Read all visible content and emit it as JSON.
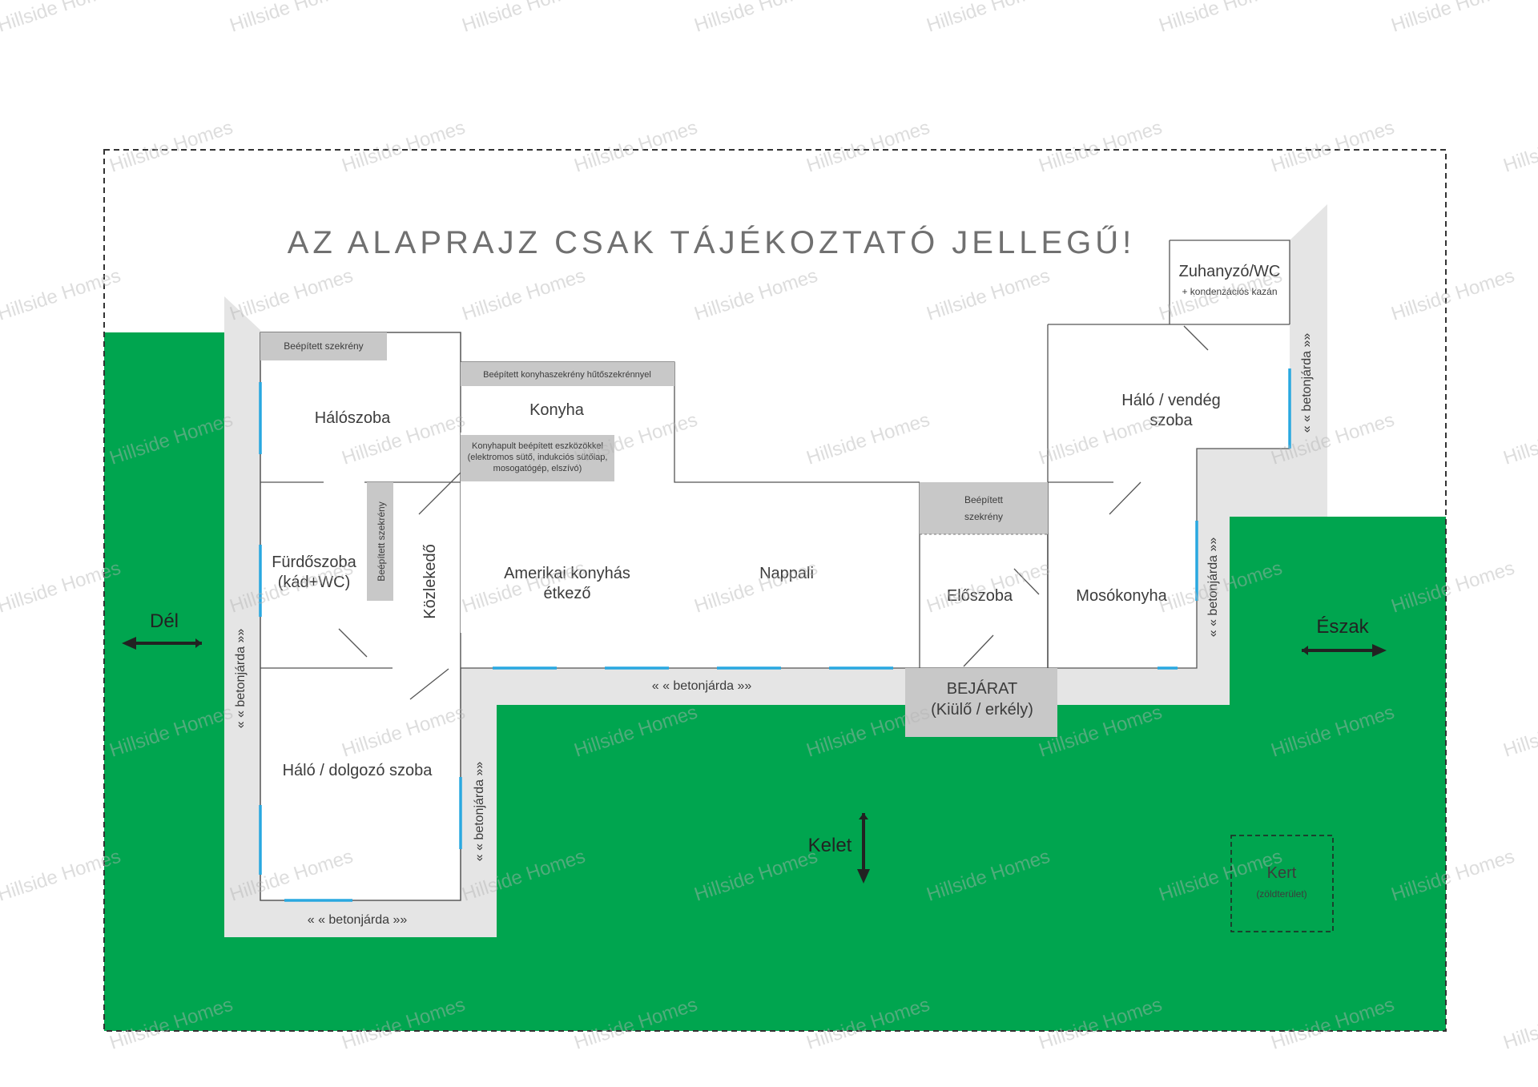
{
  "disclaimer": "AZ ALAPRAJZ CSAK TÁJÉKOZTATÓ JELLEGŰ!",
  "watermark": "Hillside Homes",
  "colors": {
    "grass": "#00a54f",
    "walkway": "#e5e5e5",
    "closet": "#c8c8c8",
    "window": "#29a8e0",
    "wall": "#555555",
    "text": "#3c3c3c"
  },
  "rooms": {
    "bedroom": "Hálószoba",
    "bedroom_closet": "Beépített szekrény",
    "kitchen": "Konyha",
    "kitchen_cabinet": "Beépített konyhaszekrény hűtőszekrénnyel",
    "kitchen_counter": [
      "Konyhapult beépített eszközökkel",
      "(elektromos sütő, indukciós sütőlap,",
      "mosogatógép, elszívó)"
    ],
    "bathroom": [
      "Fürdőszoba",
      "(kád+WC)"
    ],
    "bath_closet": "Beépített szekrény",
    "corridor": "Közlekedő",
    "dining": [
      "Amerikai konyhás",
      "étkező"
    ],
    "living": "Nappali",
    "hall_closet": [
      "Beépített",
      "szekrény"
    ],
    "hall": "Előszoba",
    "laundry": "Mosókonyha",
    "guest": [
      "Háló / vendég",
      "szoba"
    ],
    "shower": "Zuhanyzó/WC",
    "shower_note": "+ kondenzációs kazán",
    "study": "Háló / dolgozó szoba",
    "entrance": [
      "BEJÁRAT",
      "(Kiülő / erkély)"
    ],
    "garden": [
      "Kert",
      "(zöldterület)"
    ]
  },
  "walkway_label": "« « betonjárda »»",
  "compass": {
    "south": "Dél",
    "north": "Észak",
    "east": "Kelet"
  }
}
